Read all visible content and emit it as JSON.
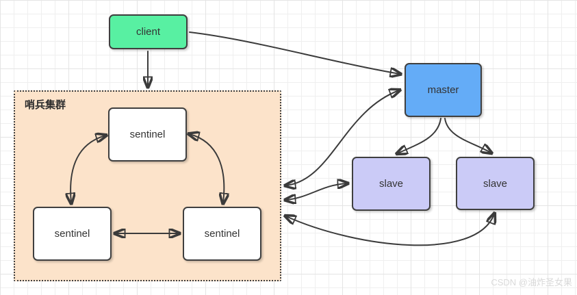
{
  "diagram": {
    "container": {
      "label": "哨兵集群",
      "fill": "#fce3ca",
      "border_color": "#3f3f3f",
      "border_style": "dotted"
    },
    "nodes": {
      "client": {
        "label": "client",
        "fill": "#58f0a2"
      },
      "master": {
        "label": "master",
        "fill": "#64acf7"
      },
      "slave_left": {
        "label": "slave",
        "fill": "#cbcbf7"
      },
      "slave_right": {
        "label": "slave",
        "fill": "#cbcbf7"
      },
      "sentinel_top": {
        "label": "sentinel",
        "fill": "#ffffff"
      },
      "sentinel_bottom_left": {
        "label": "sentinel",
        "fill": "#ffffff"
      },
      "sentinel_bottom_right": {
        "label": "sentinel",
        "fill": "#ffffff"
      }
    },
    "edges": [
      {
        "from": "client",
        "to": "sentinel-cluster",
        "direction": "one-way"
      },
      {
        "from": "client",
        "to": "master",
        "direction": "one-way"
      },
      {
        "from": "sentinel-cluster",
        "to": "master",
        "direction": "two-way"
      },
      {
        "from": "sentinel-cluster",
        "to": "slave_left",
        "direction": "two-way"
      },
      {
        "from": "sentinel-cluster",
        "to": "slave_right",
        "direction": "two-way"
      },
      {
        "from": "master",
        "to": "slave_left",
        "direction": "one-way"
      },
      {
        "from": "master",
        "to": "slave_right",
        "direction": "one-way"
      },
      {
        "from": "sentinel_top",
        "to": "sentinel_bottom_left",
        "direction": "two-way"
      },
      {
        "from": "sentinel_top",
        "to": "sentinel_bottom_right",
        "direction": "two-way"
      },
      {
        "from": "sentinel_bottom_left",
        "to": "sentinel_bottom_right",
        "direction": "two-way"
      }
    ],
    "edge_color": "#3b3b3b",
    "grid_color": "#efefef"
  },
  "watermark": {
    "text": "CSDN @油炸圣女果",
    "color": "#d9d9d9"
  }
}
